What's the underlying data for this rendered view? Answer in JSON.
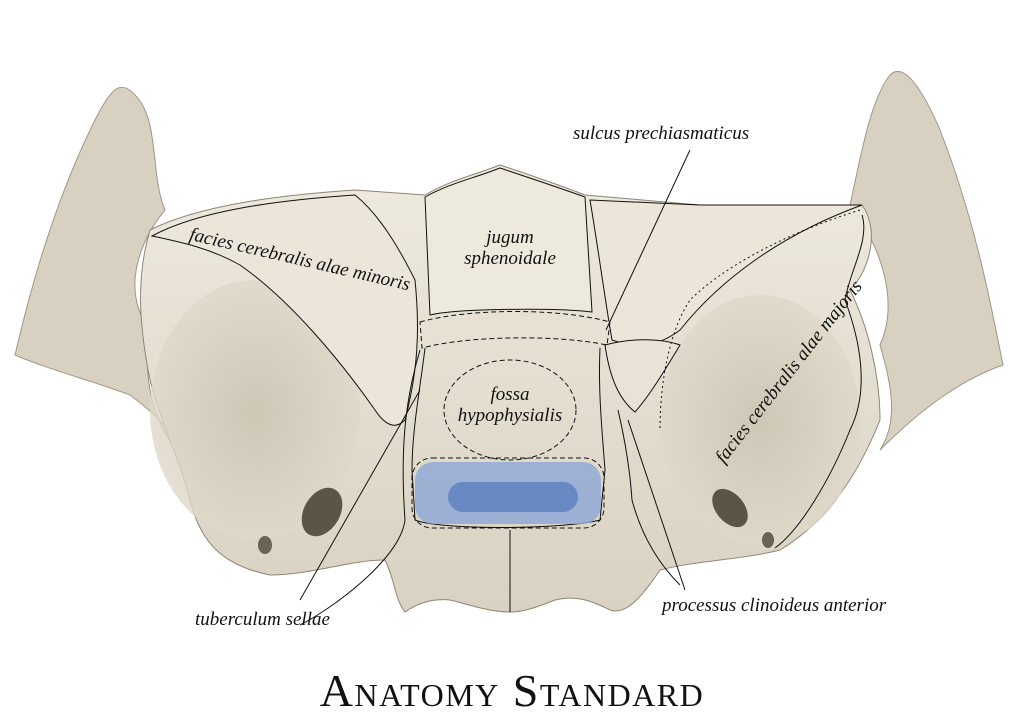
{
  "labels": {
    "sulcus_prechiasmaticus": "sulcus prechiasmaticus",
    "jugum_line1": "jugum",
    "jugum_line2": "sphenoidale",
    "facies_minoris": "facies cerebralis alae minoris",
    "facies_majoris": "facies cerebralis alae majoris",
    "fossa_line1": "fossa",
    "fossa_line2": "hypophysialis",
    "tuberculum_sellae": "tuberculum sellae",
    "processus_clinoideus": "processus clinoideus anterior"
  },
  "brand": "Anatomy Standard",
  "colors": {
    "bone": "#e6e0d2",
    "bone_shadow": "#bdb5a4",
    "highlight": "#8fa9d6",
    "highlight_dark": "#5d7fbf",
    "line": "#1a1a1a"
  }
}
